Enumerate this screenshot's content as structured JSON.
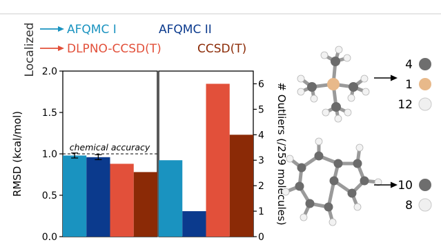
{
  "legend": {
    "side_label": "Localized",
    "entries": [
      {
        "name": "AFQMC I",
        "color": "#1a93c0",
        "arrow": true
      },
      {
        "name": "AFQMC II",
        "color": "#0b3a8d",
        "arrow": false
      },
      {
        "name": "DLPNO-CCSD(T)",
        "color": "#e2503a",
        "arrow": true
      },
      {
        "name": "CCSD(T)",
        "color": "#8b2a06",
        "arrow": false
      }
    ]
  },
  "chart_data": [
    {
      "type": "bar",
      "ylabel": "RMSD (kcal/mol)",
      "ylim": [
        0,
        2.0
      ],
      "yticks": [
        "0.0",
        "0.5",
        "1.0",
        "1.5",
        "2.0"
      ],
      "categories": [
        "AFQMC I",
        "AFQMC II",
        "DLPNO-CCSD(T)",
        "CCSD(T)"
      ],
      "values": [
        0.98,
        0.96,
        0.88,
        0.78
      ],
      "error": [
        0.03,
        0.03,
        null,
        null
      ],
      "reference_line": {
        "value": 1.0,
        "label": "chemical accuracy",
        "style": "dashed"
      }
    },
    {
      "type": "bar",
      "ylabel": "# Outliers (/259 molecules)",
      "ylim": [
        0,
        6.5
      ],
      "yticks": [
        "0",
        "1",
        "2",
        "3",
        "4",
        "5",
        "6"
      ],
      "categories": [
        "AFQMC I",
        "AFQMC II",
        "DLPNO-CCSD(T)",
        "CCSD(T)"
      ],
      "values": [
        3,
        1,
        6,
        4
      ]
    }
  ],
  "molecules": [
    {
      "atoms": [
        {
          "count": "4",
          "color": "#6e6e6e"
        },
        {
          "count": "1",
          "color": "#e8b98a"
        },
        {
          "count": "12",
          "color": "#f0f0f0"
        }
      ]
    },
    {
      "atoms": [
        {
          "count": "10",
          "color": "#6e6e6e"
        },
        {
          "count": "8",
          "color": "#f0f0f0"
        }
      ]
    }
  ]
}
